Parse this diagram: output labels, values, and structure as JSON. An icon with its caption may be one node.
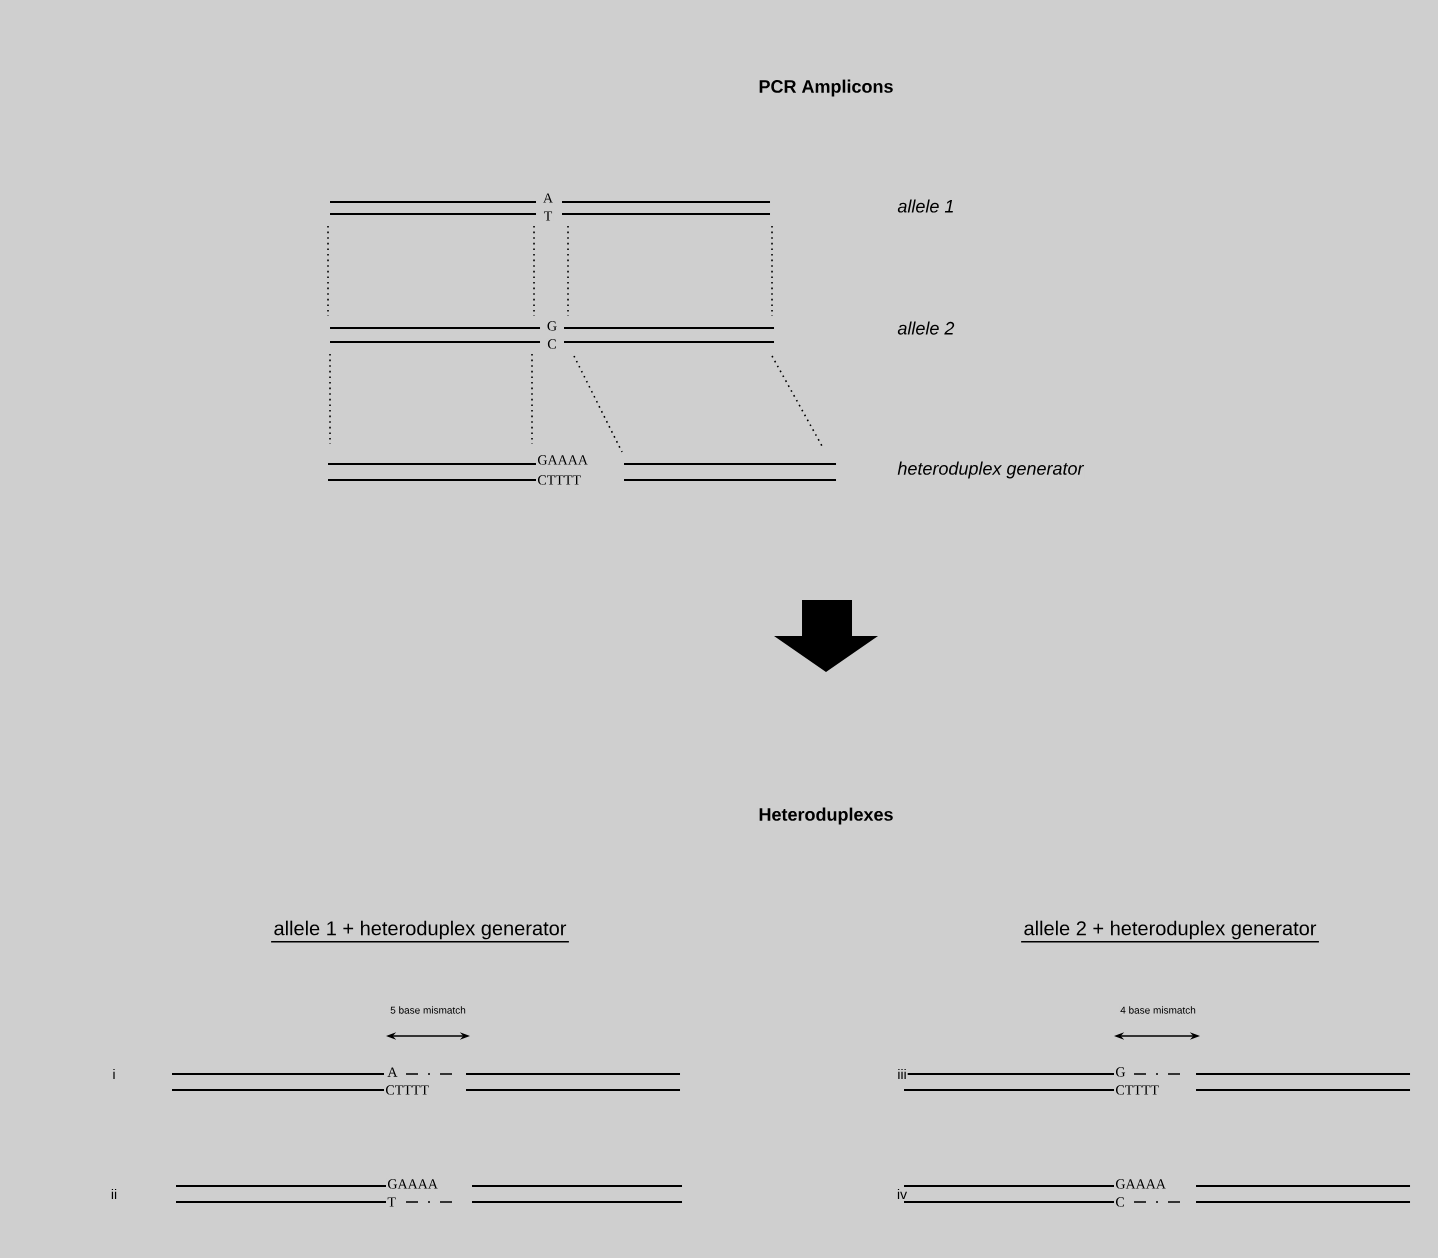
{
  "diagram": {
    "title": "PCR Amplicons",
    "labels": [
      "A",
      "T",
      "allele 1",
      "G",
      "C",
      "allele 2",
      "GAAAA",
      "CTTTT",
      "heteroduplex generator",
      "Heteroduplexes",
      "allele 1 + heteroduplex generator",
      "allele 2 + heteroduplex generator",
      "5 base mismatch",
      "4 base mismatch",
      "i",
      "A",
      "CTTTT",
      "iii",
      "G",
      "CTTTT",
      "ii",
      "GAAAA",
      "T",
      "iv",
      "GAAAA",
      "C"
    ]
  }
}
